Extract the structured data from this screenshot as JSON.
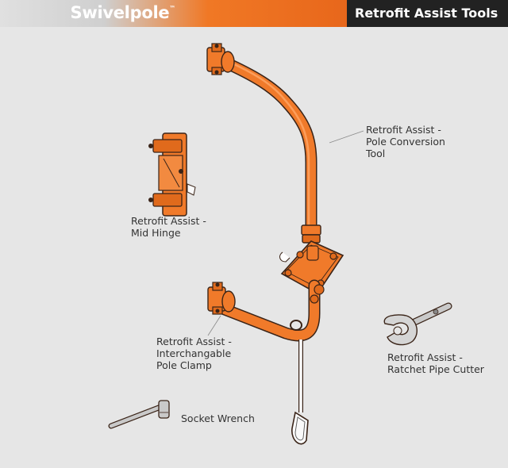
{
  "header": {
    "brand": "Swivelpole",
    "trademark": "™",
    "title": "Retrofit Assist Tools"
  },
  "parts": {
    "pole_conversion_tool": {
      "line1": "Retrofit Assist -",
      "line2": "Pole Conversion",
      "line3": "Tool"
    },
    "mid_hinge": {
      "line1": "Retrofit Assist -",
      "line2": "Mid Hinge"
    },
    "pole_clamp": {
      "line1": "Retrofit Assist -",
      "line2": "Interchangable",
      "line3": "Pole Clamp"
    },
    "pipe_cutter": {
      "line1": "Retrofit Assist -",
      "line2": "Ratchet Pipe Cutter"
    },
    "socket_wrench": {
      "line1": "Socket Wrench"
    }
  },
  "colors": {
    "tool_orange": "#f07a2a",
    "header_dark": "#222222",
    "background": "#e6e6e6"
  }
}
